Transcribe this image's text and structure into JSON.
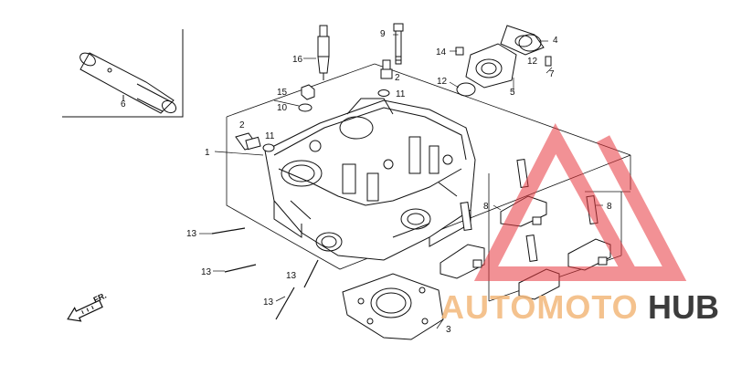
{
  "callouts": {
    "p1": "1",
    "p2a": "2",
    "p2b": "2",
    "p3": "3",
    "p4": "4",
    "p5": "5",
    "p6": "6",
    "p7": "7",
    "p8a": "8",
    "p8b": "8",
    "p9": "9",
    "p10": "10",
    "p11a": "11",
    "p11b": "11",
    "p12a": "12",
    "p12b": "12",
    "p13a": "13",
    "p13b": "13",
    "p13c": "13",
    "p13d": "13",
    "p14": "14",
    "p15": "15",
    "p16": "16"
  },
  "direction": {
    "label": "FR."
  },
  "watermark": {
    "part1": "AUTOMOTO",
    "part2": "HUB",
    "accent_color": "#e8393f",
    "light_color": "#f2b77a",
    "dark_color": "#3c3c3c"
  }
}
